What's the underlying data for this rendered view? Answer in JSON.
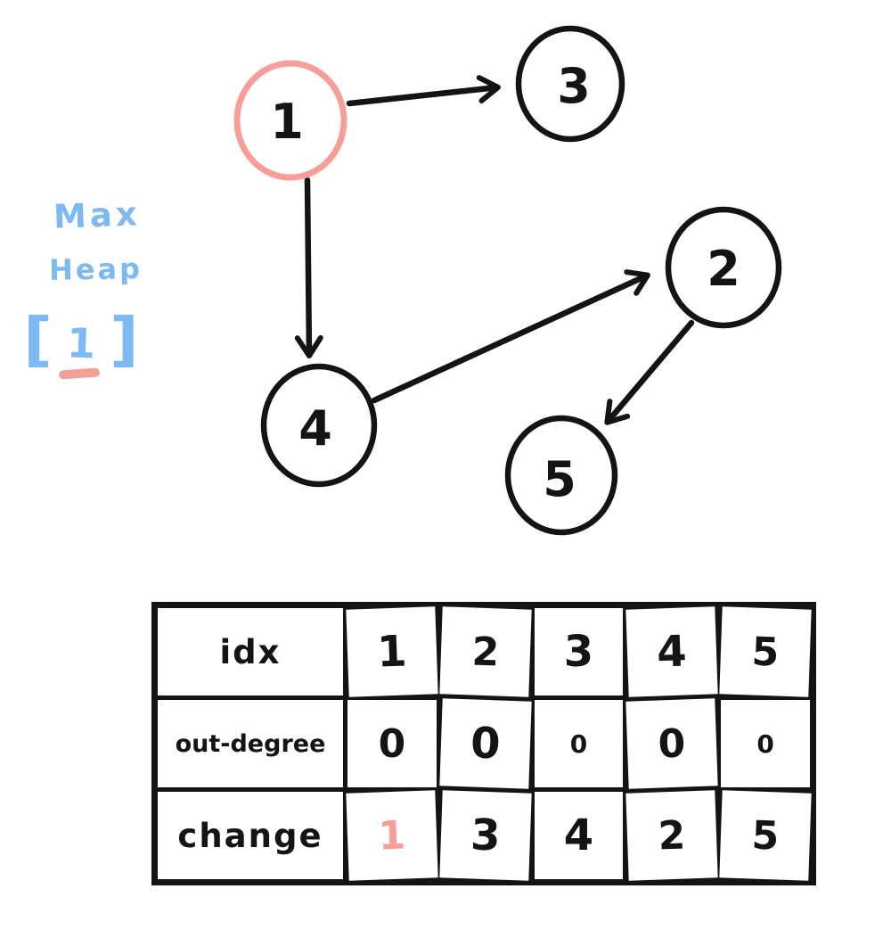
{
  "annotation": {
    "label_line1": "Max",
    "label_line2": "Heap",
    "heap_open_bracket": "[",
    "heap_value": "1",
    "heap_close_bracket": "]"
  },
  "graph": {
    "nodes": [
      {
        "id": "1",
        "label": "1",
        "highlighted": true
      },
      {
        "id": "2",
        "label": "2",
        "highlighted": false
      },
      {
        "id": "3",
        "label": "3",
        "highlighted": false
      },
      {
        "id": "4",
        "label": "4",
        "highlighted": false
      },
      {
        "id": "5",
        "label": "5",
        "highlighted": false
      }
    ],
    "edges": [
      {
        "from": "1",
        "to": "3"
      },
      {
        "from": "1",
        "to": "4"
      },
      {
        "from": "4",
        "to": "2"
      },
      {
        "from": "2",
        "to": "5"
      }
    ]
  },
  "table": {
    "rows": [
      {
        "label": "idx",
        "values": [
          "1",
          "2",
          "3",
          "4",
          "5"
        ],
        "highlighted_value_index": null
      },
      {
        "label": "out-degree",
        "values": [
          "0",
          "0",
          "0",
          "0",
          "0"
        ],
        "highlighted_value_index": null
      },
      {
        "label": "change",
        "values": [
          "1",
          "3",
          "4",
          "2",
          "5"
        ],
        "highlighted_value_index": 0
      }
    ]
  },
  "colors": {
    "ink": "#141414",
    "highlight_pink": "#f89e98",
    "annotation_blue": "#7db9f2"
  }
}
